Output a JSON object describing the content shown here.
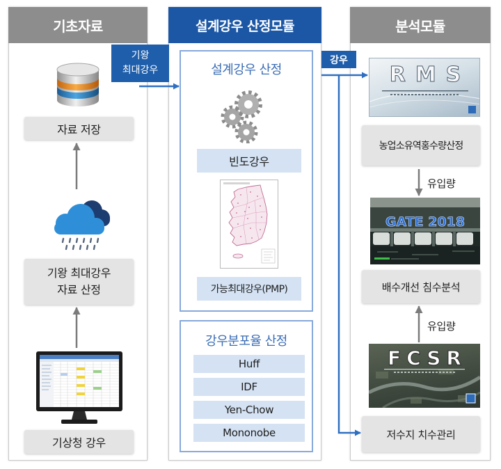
{
  "columns": {
    "basic_data": {
      "header": "기초자료",
      "storage_label": "자료 저장",
      "historical_max_label": [
        "기왕 최대강우",
        "자료 산정"
      ],
      "kma_rainfall_label": "기상청 강우"
    },
    "design_rainfall_module": {
      "header": "설계강우 산정모듈",
      "design_section_title": "설계강우 산정",
      "frequency_rainfall_label": "빈도강우",
      "pmp_label": "가능최대강우(PMP)",
      "distribution_section_title": "강우분포율 산정",
      "distribution_methods": [
        "Huff",
        "IDF",
        "Yen-Chow",
        "Mononobe"
      ]
    },
    "analysis_module": {
      "header": "분석모듈",
      "rms_logo": "RMS",
      "flood_estimation_label": "농업소유역홍수량산정",
      "gate_logo": "GATE 2018",
      "drainage_label": "배수개선 침수분석",
      "fcsr_logo": "FCSR",
      "reservoir_label": "저수지 치수관리"
    }
  },
  "connectors": {
    "historical_max_tag": [
      "기왕",
      "최대강우"
    ],
    "rainfall_tag": "강우",
    "inflow_labels": [
      "유입량",
      "유입량"
    ]
  },
  "colors": {
    "header_gray": "#8d8d8d",
    "header_blue": "#1c57a5",
    "tag_blue": "#1f5eab",
    "arrow_blue": "#2e6fc2",
    "arrow_gray": "#7b7b7b",
    "box_gray": "#e4e4e4",
    "box_blue": "#d4e2f3",
    "section_border": "#86a9db",
    "section_title_blue": "#3a6cb5"
  }
}
